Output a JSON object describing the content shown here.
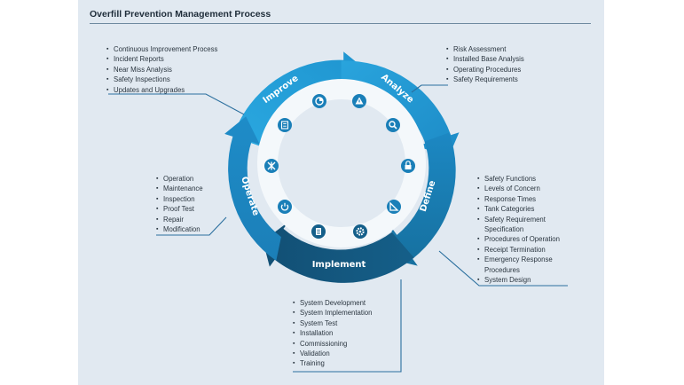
{
  "title": "Overfill Prevention Management Process",
  "phases": {
    "improve": "Improve",
    "analyze": "Analyze",
    "define": "Define",
    "implement": "Implement",
    "operate": "Operate"
  },
  "lists": {
    "improve": [
      "Continuous Improvement Process",
      "Incident Reports",
      "Near Miss Analysis",
      "Safety Inspections",
      "Updates and Upgrades"
    ],
    "analyze": [
      "Risk Assessment",
      "Installed Base Analysis",
      "Operating Procedures",
      "Safety Requirements"
    ],
    "define": [
      "Safety Functions",
      "Levels of Concern",
      "Response Times",
      "Tank Categories",
      "Safety Requirement",
      "Specification",
      "Procedures of Operation",
      "Receipt Termination",
      "Emergency Response",
      "Procedures",
      "System Design"
    ],
    "implement": [
      "System Development",
      "System Implementation",
      "System Test",
      "Installation",
      "Commissioning",
      "Validation",
      "Training"
    ],
    "operate": [
      "Operation",
      "Maintenance",
      "Inspection",
      "Proof Test",
      "Repair",
      "Modification"
    ]
  },
  "icons": [
    "pie-chart-icon",
    "warning-icon",
    "magnifier-icon",
    "lock-icon",
    "ruler-triangle-icon",
    "gear-icon",
    "document-icon",
    "power-icon",
    "wrench-cross-icon",
    "checklist-icon"
  ],
  "colors": {
    "panel": "#e1e9f1",
    "light_blue": "#29a3dc",
    "mid_blue": "#1b85c0",
    "dark_blue": "#145f8a",
    "leader": "#2b6f9e"
  }
}
